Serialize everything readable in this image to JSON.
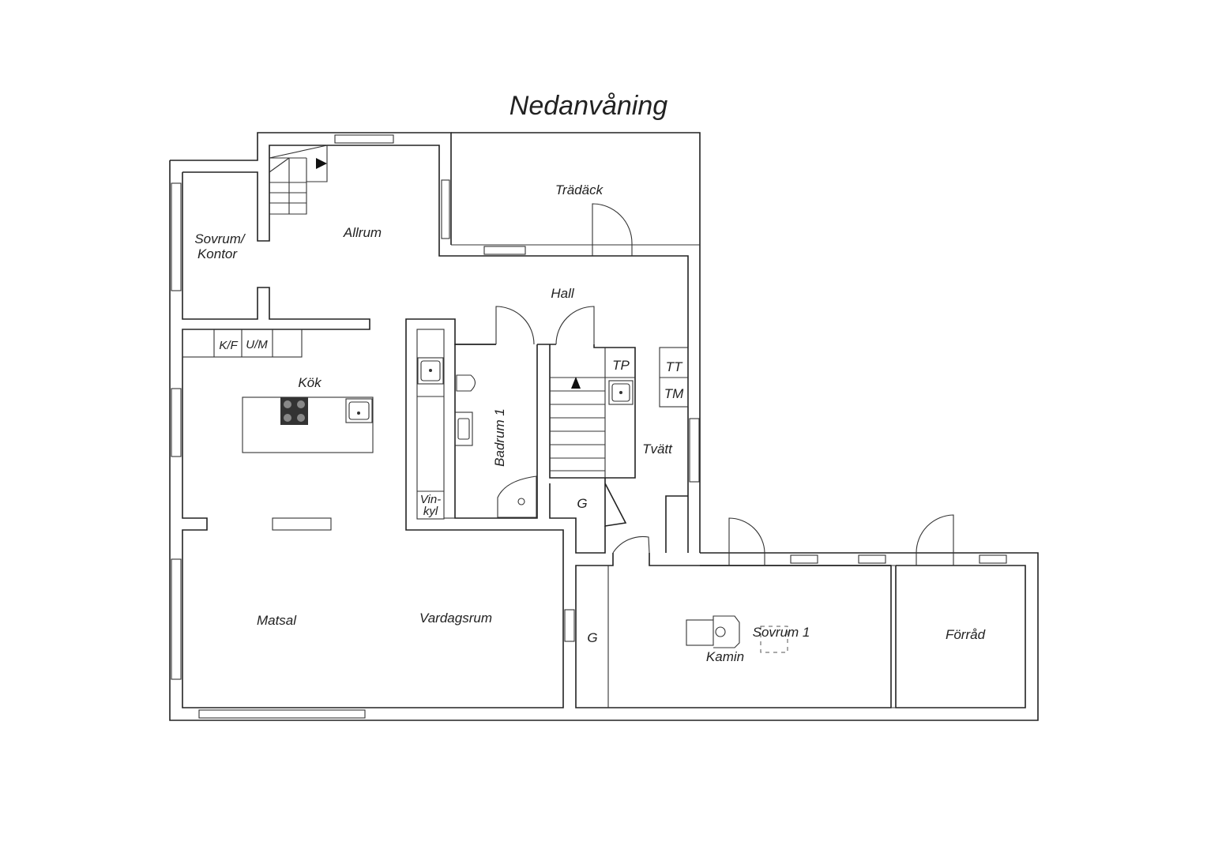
{
  "title": "Nedanvåning",
  "rooms": {
    "tradack": "Trädäck",
    "allrum": "Allrum",
    "sovrum_kontor_1": "Sovrum/",
    "sovrum_kontor_2": "Kontor",
    "hall": "Hall",
    "kok": "Kök",
    "badrum": "Badrum 1",
    "tvatt": "Tvätt",
    "matsal": "Matsal",
    "vardagsrum": "Vardagsrum",
    "sovrum1": "Sovrum 1",
    "kamin": "Kamin",
    "forrad": "Förråd"
  },
  "fixtures": {
    "kf": "K/F",
    "um": "U/M",
    "tp": "TP",
    "tt": "TT",
    "tm": "TM",
    "vinkyl_1": "Vin-",
    "vinkyl_2": "kyl",
    "g_hall": "G",
    "g_lower": "G"
  }
}
